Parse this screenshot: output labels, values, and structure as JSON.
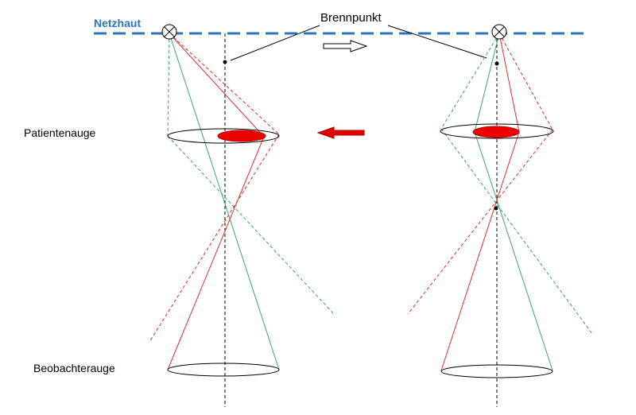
{
  "labels": {
    "retina": "Netzhaut",
    "focal_point": "Brennpunkt",
    "patient_eye": "Patientenauge",
    "observer_eye": "Beobachterauge"
  },
  "colors": {
    "retina": "#2e75b6",
    "green_ray": "#3aa56e",
    "red_ray": "#d9302c",
    "lens_fill": "#ee0000"
  }
}
